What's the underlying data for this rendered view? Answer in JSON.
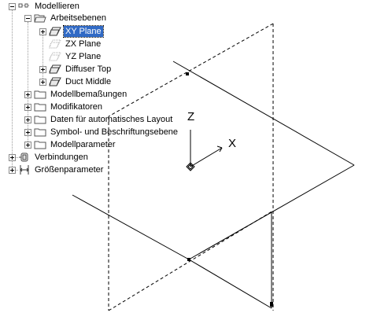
{
  "tree": {
    "root": {
      "label": "Modellieren",
      "icon": "model-tree-icon"
    },
    "arbeitsebenen": {
      "label": "Arbeitsebenen",
      "icon": "open-folder-icon",
      "items": [
        {
          "label": "XY Plane",
          "icon": "plane-icon",
          "selected": true
        },
        {
          "label": "ZX Plane",
          "icon": "plane-icon",
          "dimmed": true
        },
        {
          "label": "YZ Plane",
          "icon": "plane-icon",
          "dimmed": true
        },
        {
          "label": "Diffuser Top",
          "icon": "plane-icon"
        },
        {
          "label": "Duct Middle",
          "icon": "plane-icon"
        }
      ]
    },
    "folders": [
      {
        "label": "Modellbemaßungen",
        "icon": "folder-icon"
      },
      {
        "label": "Modifikatoren",
        "icon": "folder-icon"
      },
      {
        "label": "Daten für automatisches Layout",
        "icon": "folder-icon"
      },
      {
        "label": "Symbol- und Beschriftungsebene",
        "icon": "folder-icon"
      },
      {
        "label": "Modellparameter",
        "icon": "folder-icon"
      }
    ],
    "verbindungen": {
      "label": "Verbindungen",
      "icon": "connections-icon"
    },
    "groessenparameter": {
      "label": "Größenparameter",
      "icon": "size-parameters-icon"
    }
  },
  "ucs": {
    "z_label": "Z",
    "x_label": "X"
  },
  "colors": {
    "selection": "#316ac5",
    "tree_lines": "#9a9a9a",
    "drawing": "#000000"
  }
}
